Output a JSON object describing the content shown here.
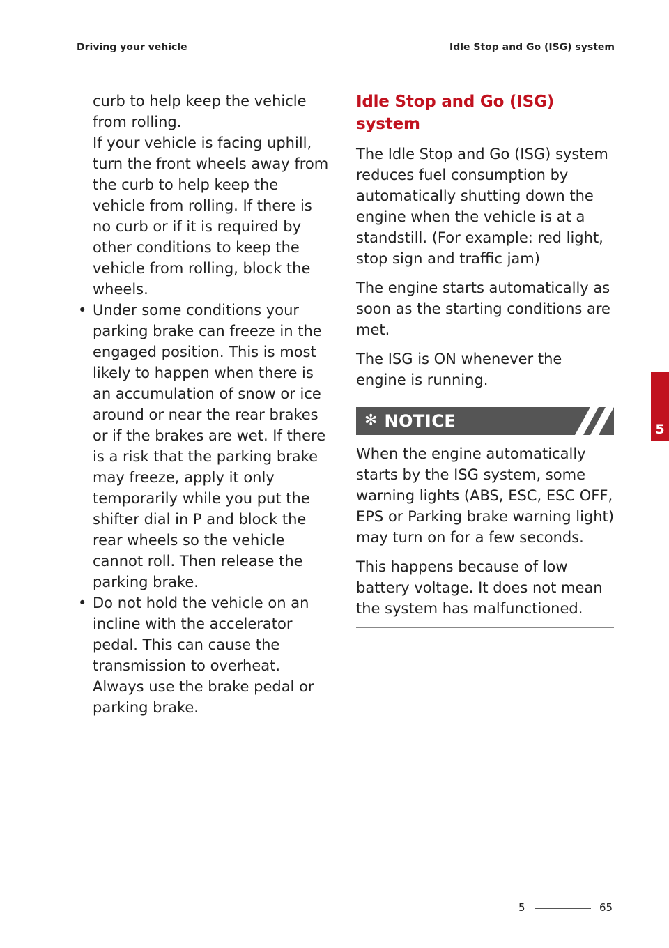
{
  "header": {
    "left": "Driving your vehicle",
    "right": "Idle Stop and Go (ISG) system"
  },
  "left_column": {
    "continued_text": [
      "curb to help keep the vehicle from rolling.",
      "If your vehicle is facing uphill, turn the front wheels away from the curb to help keep the vehicle from rolling. If there is no curb or if it is required by other conditions to keep the vehicle from rolling, block the wheels."
    ],
    "bullets": [
      "Under some conditions your parking brake can freeze in the engaged position. This is most likely to happen when there is an accumulation of snow or ice around or near the rear brakes or if the brakes are wet. If there is a risk that the parking brake may freeze, apply it only temporarily while you put the shifter dial in P and block the rear wheels so the vehicle cannot roll. Then release the parking brake.",
      "Do not hold the vehicle on an incline with the accelerator pedal. This can cause the transmission to overheat. Always use the brake pedal or parking brake."
    ],
    "bullet_symbol": "•"
  },
  "right_column": {
    "title": "Idle Stop and Go (ISG) system",
    "paragraphs": [
      "The Idle Stop and Go (ISG) system reduces fuel consumption by automatically shutting down the engine when the vehicle is at a standstill. (For example: red light, stop sign and traffic jam)",
      "The engine starts automatically as soon as the starting conditions are met.",
      "The ISG is ON whenever the engine is running."
    ],
    "notice": {
      "icon": "✻",
      "label": "NOTICE",
      "paragraphs": [
        "When the engine automatically starts by the ISG system, some warning lights (ABS, ESC, ESC OFF, EPS or Parking brake warning light) may turn on for a few seconds.",
        "This happens because of low battery voltage. It does not mean the system has malfunctioned."
      ]
    }
  },
  "chapter_tab": "5",
  "footer": {
    "chapter": "5",
    "page": "65"
  },
  "colors": {
    "accent_red": "#c1121f",
    "notice_gray": "#555555",
    "text": "#222222"
  }
}
